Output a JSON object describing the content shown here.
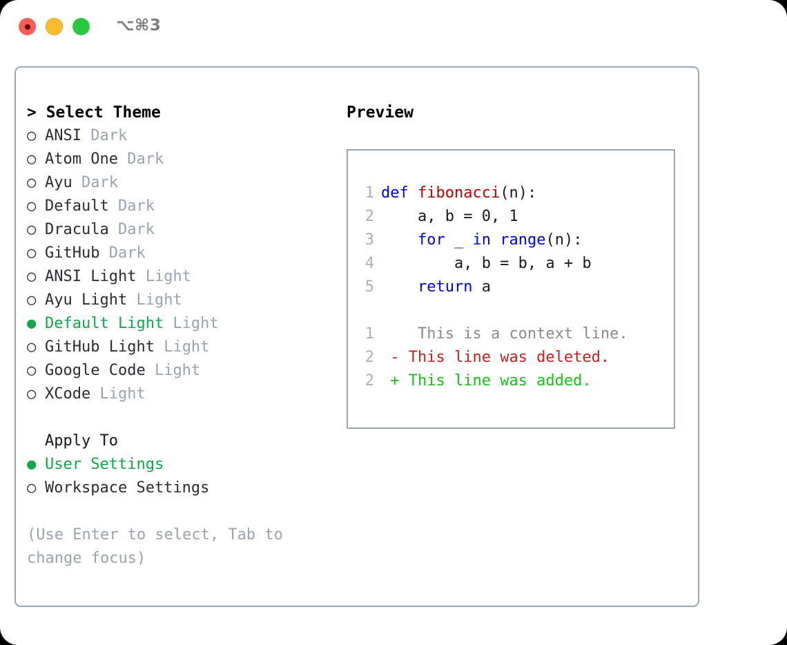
{
  "titlebar": {
    "shortcut": "⌥⌘3",
    "traffic_lights": [
      {
        "name": "close",
        "color": "#fc5b57"
      },
      {
        "name": "minimize",
        "color": "#fdbc2e"
      },
      {
        "name": "maximize",
        "color": "#28c840"
      }
    ]
  },
  "theme_picker": {
    "header": "> Select Theme",
    "selected_marker": "●",
    "unselected_marker": "○",
    "items": [
      {
        "label": "ANSI",
        "tag": "Dark",
        "selected": false
      },
      {
        "label": "Atom One",
        "tag": "Dark",
        "selected": false
      },
      {
        "label": "Ayu",
        "tag": "Dark",
        "selected": false
      },
      {
        "label": "Default",
        "tag": "Dark",
        "selected": false
      },
      {
        "label": "Dracula",
        "tag": "Dark",
        "selected": false
      },
      {
        "label": "GitHub",
        "tag": "Dark",
        "selected": false
      },
      {
        "label": "ANSI Light",
        "tag": "Light",
        "selected": false
      },
      {
        "label": "Ayu Light",
        "tag": "Light",
        "selected": false
      },
      {
        "label": "Default Light",
        "tag": "Light",
        "selected": true
      },
      {
        "label": "GitHub Light",
        "tag": "Light",
        "selected": false
      },
      {
        "label": "Google Code",
        "tag": "Light",
        "selected": false
      },
      {
        "label": "XCode",
        "tag": "Light",
        "selected": false
      }
    ]
  },
  "apply_to": {
    "title": "Apply To",
    "items": [
      {
        "label": "User Settings",
        "selected": true
      },
      {
        "label": "Workspace Settings",
        "selected": false
      }
    ]
  },
  "hint": "(Use Enter to select, Tab to change focus)",
  "preview": {
    "title": "Preview",
    "code_lines": [
      {
        "number": "1",
        "tokens": [
          {
            "text": "def ",
            "kind": "kw"
          },
          {
            "text": "fibonacci",
            "kind": "fn"
          },
          {
            "text": "(n):",
            "kind": "txt"
          }
        ]
      },
      {
        "number": "2",
        "tokens": [
          {
            "text": "    a, b = 0, 1",
            "kind": "txt"
          }
        ]
      },
      {
        "number": "3",
        "tokens": [
          {
            "text": "    for ",
            "kind": "kw"
          },
          {
            "text": "_ ",
            "kind": "txt"
          },
          {
            "text": "in ",
            "kind": "kw"
          },
          {
            "text": "range",
            "kind": "bi"
          },
          {
            "text": "(n):",
            "kind": "txt"
          }
        ]
      },
      {
        "number": "4",
        "tokens": [
          {
            "text": "        a, b = b, a + b",
            "kind": "txt"
          }
        ]
      },
      {
        "number": "5",
        "tokens": [
          {
            "text": "    return ",
            "kind": "kw"
          },
          {
            "text": "a",
            "kind": "txt"
          }
        ]
      }
    ],
    "diff_lines": [
      {
        "number": "1",
        "sign": " ",
        "text": "  This is a context line.",
        "kind": "ctx"
      },
      {
        "number": "2",
        "sign": "-",
        "text": " This line was deleted.",
        "kind": "del"
      },
      {
        "number": "2",
        "sign": "+",
        "text": " This line was added.",
        "kind": "add"
      }
    ]
  },
  "colors": {
    "accent_green": "#0fa84a",
    "border": "#9aa5b5",
    "muted_text": "#9aa3b0",
    "body_text": "#2b2b33",
    "code_keyword": "#0000ee",
    "code_function": "#b80000",
    "diff_deleted": "#c62222",
    "diff_added": "#14c414"
  }
}
